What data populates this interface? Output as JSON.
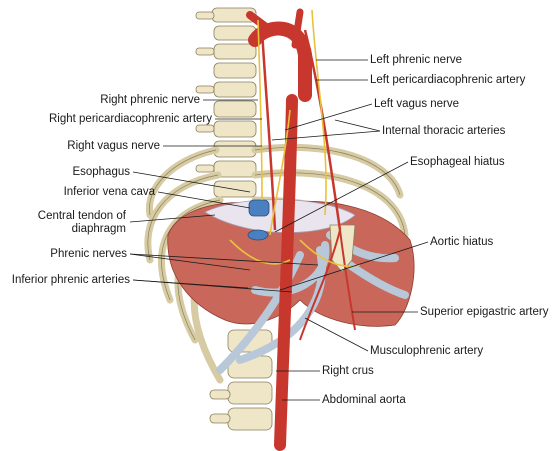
{
  "figure": {
    "labels": {
      "left_phrenic_nerve": "Left phrenic nerve",
      "left_pericardiacophrenic_artery": "Left pericardiacophrenic artery",
      "left_vagus_nerve": "Left vagus nerve",
      "internal_thoracic_arteries": "Internal thoracic arteries",
      "esophageal_hiatus": "Esophageal hiatus",
      "aortic_hiatus": "Aortic hiatus",
      "superior_epigastric_artery": "Superior epigastric artery",
      "musculophrenic_artery": "Musculophrenic artery",
      "right_crus": "Right crus",
      "abdominal_aorta": "Abdominal aorta",
      "right_phrenic_nerve": "Right phrenic nerve",
      "right_pericardiacophrenic_artery": "Right pericardiacophrenic artery",
      "right_vagus_nerve": "Right vagus nerve",
      "esophagus": "Esophagus",
      "inferior_vena_cava": "Inferior vena cava",
      "central_tendon_line1": "Central tendon of",
      "central_tendon_line2": "diaphragm",
      "phrenic_nerves": "Phrenic nerves",
      "inferior_phrenic_arteries": "Inferior phrenic arteries"
    },
    "colors": {
      "artery": "#c8372d",
      "muscle": "#c9685a",
      "bone": "#efe6c8",
      "cartilage": "#b8c8d8",
      "nerve": "#e8c23a",
      "vein": "#4a7fc0",
      "tendon": "#e9e4ee"
    }
  }
}
